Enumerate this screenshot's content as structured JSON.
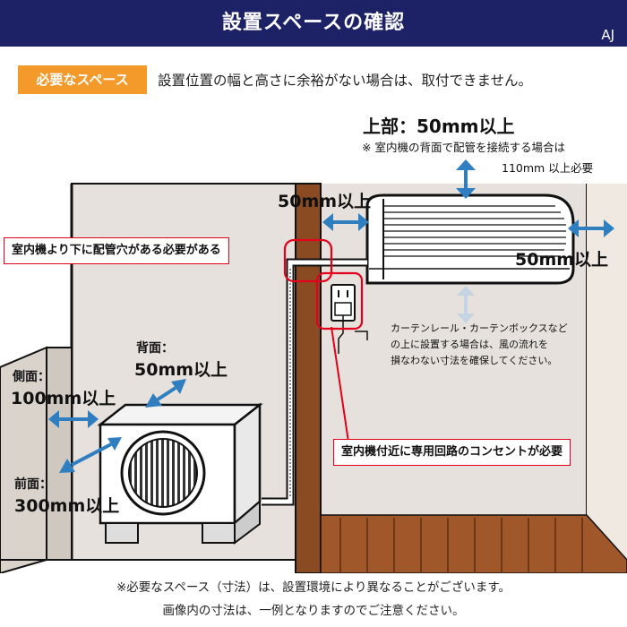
{
  "header": {
    "title": "設置スペースの確認",
    "badge": "AJ"
  },
  "intro": {
    "tag": "必要なスペース",
    "text": "設置位置の幅と高さに余裕がない場合は、取付できません。"
  },
  "top_space": {
    "label": "上部：50mm以上",
    "note_line1": "※ 室内機の背面で配管を接続する場合は",
    "note_line2": "110mm 以上必要"
  },
  "left_space": "50mm以上",
  "right_space": "50mm以上",
  "curtain_note": [
    "カーテンレール・カーテンボックスなど",
    "の上に設置する場合は、風の流れを",
    "損なわない寸法を確保してください。"
  ],
  "callouts": {
    "pipe_hole": "室内機より下に配管穴がある必要がある",
    "outlet": "室内機付近に専用回路のコンセントが必要"
  },
  "outdoor": {
    "back_label": "背面：",
    "back_value": "50mm以上",
    "side_label": "側面：",
    "side_value": "100mm以上",
    "front_label": "前面：",
    "front_value": "300mm以上"
  },
  "footer": {
    "line1": "※必要なスペース（寸法）は、設置環境により異なることがございます。",
    "line2": "画像内の寸法は、一例となりますのでご注意ください。"
  },
  "colors": {
    "header": "#1d2166",
    "tag": "#f39a2a",
    "arrow": "#2f7fc0",
    "arrow_light": "#c5d4e2",
    "callout_border": "#e2001a",
    "wall": "#e6e1dc",
    "wood": "#8a4b23"
  }
}
